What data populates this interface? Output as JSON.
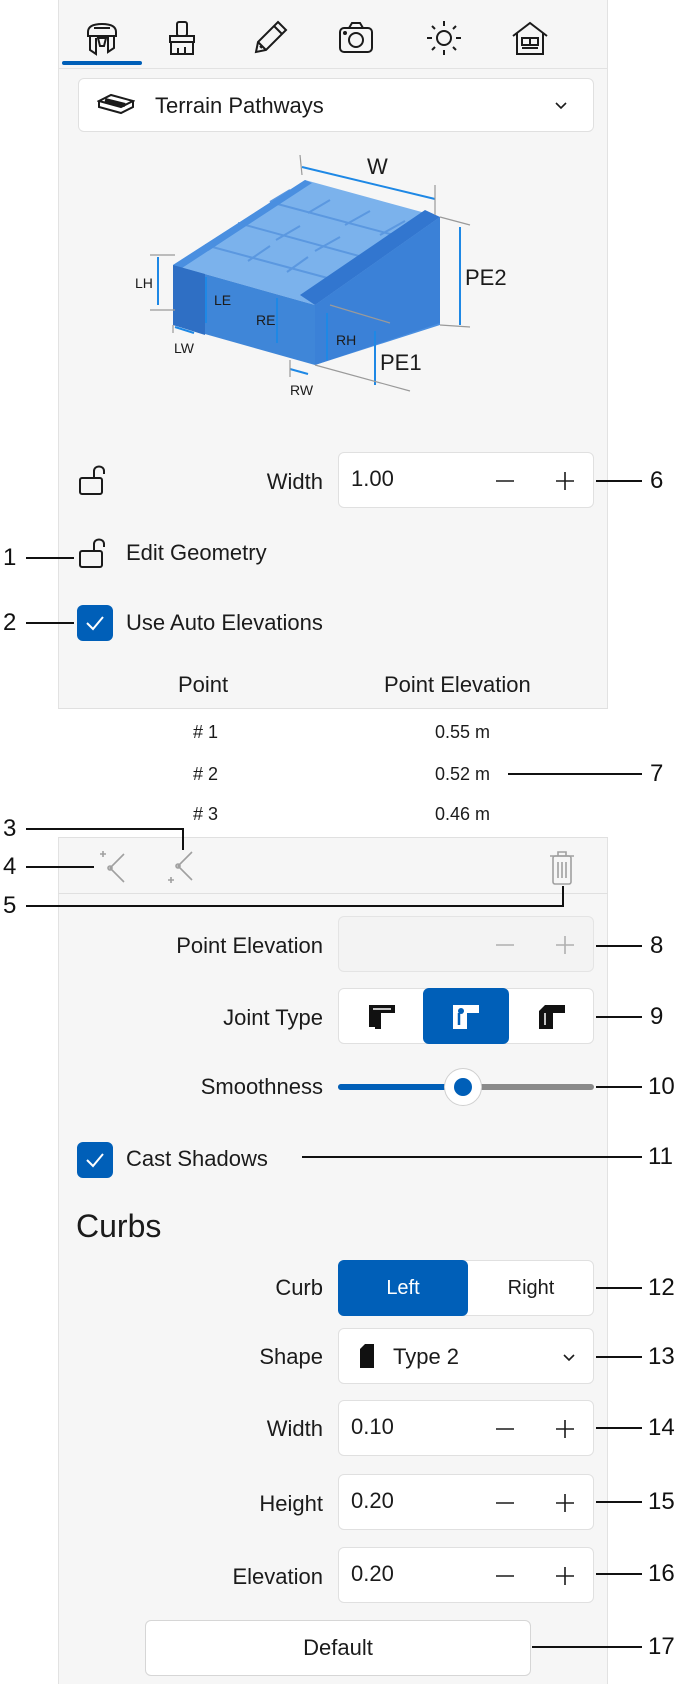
{
  "tabs": [
    {
      "name": "pathway-tools-icon"
    },
    {
      "name": "paint-brush-icon"
    },
    {
      "name": "pencil-edit-icon"
    },
    {
      "name": "camera-icon"
    },
    {
      "name": "sun-icon"
    },
    {
      "name": "house-icon"
    }
  ],
  "preset": {
    "label": "Terrain Pathways"
  },
  "diagram": {
    "labels": {
      "w": "W",
      "pe2": "PE2",
      "pe1": "PE1",
      "lh": "LH",
      "le": "LE",
      "re": "RE",
      "rh": "RH",
      "lw": "LW",
      "rw": "RW"
    }
  },
  "width": {
    "label": "Width",
    "value": "1.00"
  },
  "edit_geometry": {
    "label": "Edit Geometry"
  },
  "auto_elevations": {
    "label": "Use Auto Elevations",
    "checked": true
  },
  "points_table": {
    "headers": [
      "Point",
      "Point Elevation"
    ],
    "rows": [
      {
        "point": "# 1",
        "elevation": "0.55 m"
      },
      {
        "point": "# 2",
        "elevation": "0.52 m"
      },
      {
        "point": "# 3",
        "elevation": "0.46 m"
      }
    ]
  },
  "point_elevation": {
    "label": "Point Elevation",
    "value": ""
  },
  "joint_type": {
    "label": "Joint Type",
    "selected_index": 1
  },
  "smoothness": {
    "label": "Smoothness",
    "level": 0.49
  },
  "cast_shadows": {
    "label": "Cast Shadows",
    "checked": true
  },
  "curbs": {
    "heading": "Curbs",
    "curb": {
      "label": "Curb",
      "options": [
        "Left",
        "Right"
      ],
      "selected": "Left"
    },
    "shape": {
      "label": "Shape",
      "value": "Type 2"
    },
    "width": {
      "label": "Width",
      "value": "0.10"
    },
    "height": {
      "label": "Height",
      "value": "0.20"
    },
    "elevation": {
      "label": "Elevation",
      "value": "0.20"
    }
  },
  "default_button": {
    "label": "Default"
  },
  "callouts": [
    "1",
    "2",
    "3",
    "4",
    "5",
    "6",
    "7",
    "8",
    "9",
    "10",
    "11",
    "12",
    "13",
    "14",
    "15",
    "16",
    "17"
  ],
  "colors": {
    "accent": "#005fb8",
    "panel": "#f6f6f6",
    "path_blue": "#3f86d8"
  }
}
